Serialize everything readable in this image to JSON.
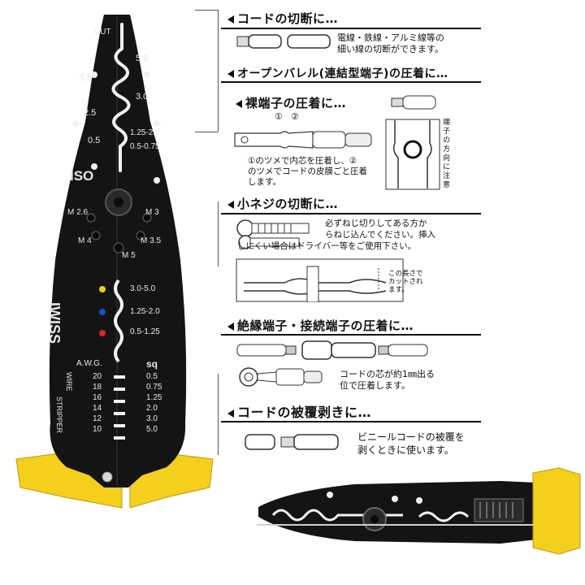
{
  "tool_labels": {
    "cut": "CUT",
    "crimp_sizes_left": [
      "5.5",
      "2.5",
      "0.5"
    ],
    "crimp_sizes_right": [
      "5.0",
      "3.0",
      "1.25-2.0",
      "0.5-0.75"
    ],
    "iso": "ISO",
    "screw_sizes": [
      "M 2.6",
      "M 3",
      "M 4",
      "M 3.5",
      "M 5"
    ],
    "brand": "IWISS",
    "terminal_sizes": [
      "3.0-5.0",
      "1.25-2.0",
      "0.5-1.25"
    ],
    "awg_header": "A.W.G.",
    "sq_header": "sq",
    "awg_values": [
      "20",
      "18",
      "16",
      "14",
      "12",
      "10"
    ],
    "sq_values": [
      "0.5",
      "0.75",
      "1.25",
      "2.0",
      "3.0",
      "5.0"
    ],
    "wire_stripper": [
      "WIRE",
      "STRIPPER"
    ]
  },
  "colors": {
    "handle_yellow": "#f4cf1c",
    "body_black": "#141414",
    "dot_yellow": "#f1d10f",
    "dot_blue": "#1f4fd0",
    "dot_red": "#d8262a"
  },
  "sections": {
    "cut": {
      "heading": "コードの切断に…",
      "desc": [
        "電線・鉄線・アルミ線等の",
        "細い線の切断ができます。"
      ]
    },
    "open_barrel": {
      "heading": "オープンバレル(連結型端子)の圧着に…"
    },
    "bare_terminal": {
      "heading": "裸端子の圧着に…",
      "markers": [
        "①",
        "②"
      ],
      "desc": [
        "①のツメで内芯を圧着し、②",
        "のツメでコードの皮膜ごと圧着",
        "します。"
      ],
      "side_note": [
        "端子の方向に注意"
      ]
    },
    "screw_cut": {
      "heading": "小ネジの切断に…",
      "desc": [
        "必ずねじ切りしてある方か",
        "らねじ込んでください。挿入",
        "しにくい場合はドライバー等をご使用下さい。"
      ],
      "diagram_note": [
        "この長さで",
        "カットされ",
        "ます。"
      ]
    },
    "insulated_terminal": {
      "heading": "絶縁端子・接続端子の圧着に…",
      "desc": [
        "コードの芯が約1㎜出る",
        "位で圧着します。"
      ]
    },
    "strip": {
      "heading": "コードの被覆剥きに…",
      "desc": [
        "ビニールコードの被覆を",
        "剥くときに使います。"
      ]
    }
  }
}
